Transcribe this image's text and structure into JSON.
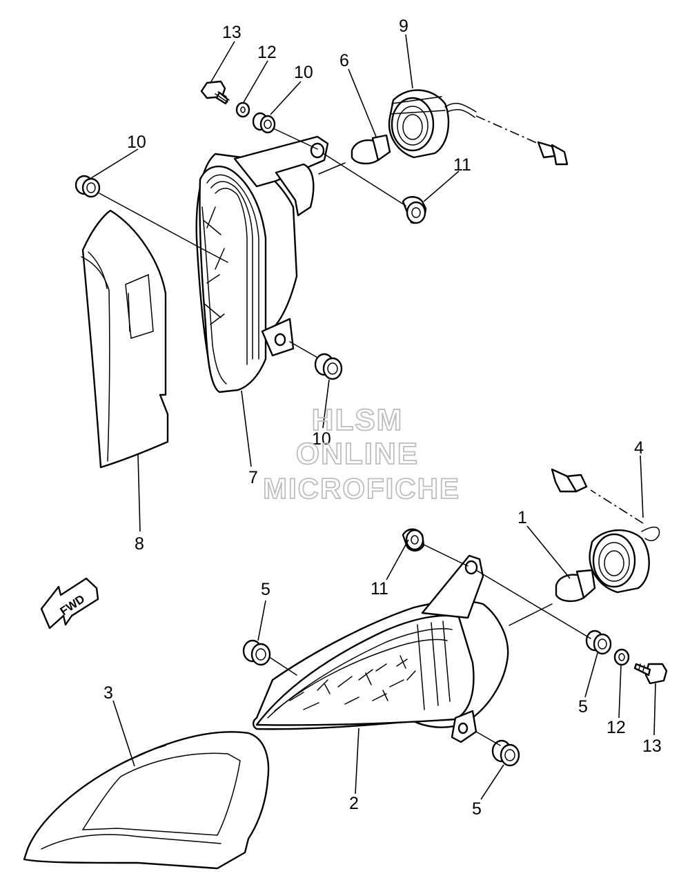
{
  "callouts": [
    {
      "id": "c13a",
      "label": "13"
    },
    {
      "id": "c12a",
      "label": "12"
    },
    {
      "id": "c10a",
      "label": "10"
    },
    {
      "id": "c6",
      "label": "6"
    },
    {
      "id": "c9",
      "label": "9"
    },
    {
      "id": "c10b",
      "label": "10"
    },
    {
      "id": "c11a",
      "label": "11"
    },
    {
      "id": "c10c",
      "label": "10"
    },
    {
      "id": "c7",
      "label": "7"
    },
    {
      "id": "c8",
      "label": "8"
    },
    {
      "id": "c4",
      "label": "4"
    },
    {
      "id": "c1",
      "label": "1"
    },
    {
      "id": "c11b",
      "label": "11"
    },
    {
      "id": "c5a",
      "label": "5"
    },
    {
      "id": "c5b",
      "label": "5"
    },
    {
      "id": "c12b",
      "label": "12"
    },
    {
      "id": "c13b",
      "label": "13"
    },
    {
      "id": "c3",
      "label": "3"
    },
    {
      "id": "c2",
      "label": "2"
    },
    {
      "id": "c5c",
      "label": "5"
    }
  ],
  "fwd_label": "FWD",
  "watermark": {
    "line1": "HLSM",
    "line2": "ONLINE",
    "line3": "MICROFICHE"
  },
  "colors": {
    "line": "#000000",
    "background": "#ffffff",
    "watermark": "#bdbdbd"
  }
}
